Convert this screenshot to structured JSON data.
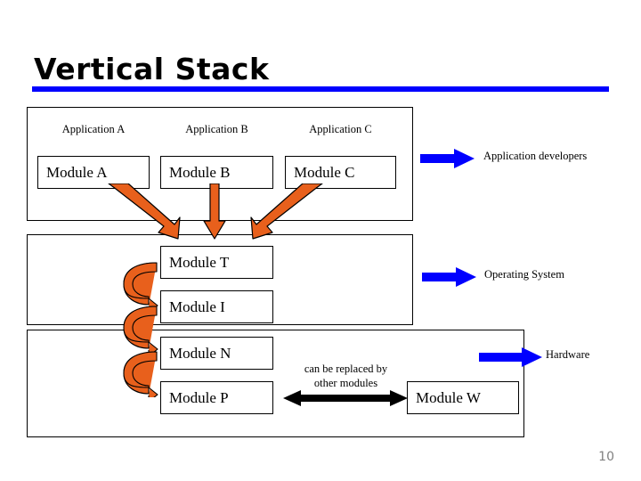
{
  "slide": {
    "title": "Vertical Stack",
    "number": "10",
    "rule_color": "#0000FF"
  },
  "colors": {
    "orange": "#E8601C",
    "orange_dark": "#C8500F",
    "blue": "#0000FF",
    "black": "#000000",
    "slide_number": "#808080"
  },
  "layers": [
    {
      "id": "application",
      "role_label": "Application developers"
    },
    {
      "id": "os",
      "role_label": "Operating System"
    },
    {
      "id": "hardware",
      "role_label": "Hardware"
    }
  ],
  "applications": [
    {
      "caption": "Application A",
      "module": "Module A"
    },
    {
      "caption": "Application B",
      "module": "Module B"
    },
    {
      "caption": "Application C",
      "module": "Module C"
    }
  ],
  "os_modules": [
    {
      "module": "Module T"
    },
    {
      "module": "Module I"
    }
  ],
  "hardware_modules": [
    {
      "module": "Module N"
    },
    {
      "module": "Module P"
    },
    {
      "module": "Module W"
    }
  ],
  "annotation": {
    "replace_line1": "can be replaced by",
    "replace_line2": "other modules"
  }
}
